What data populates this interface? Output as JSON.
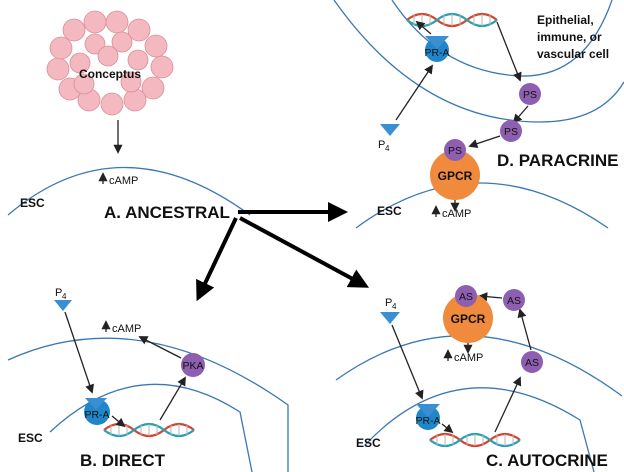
{
  "panels": {
    "ancestral": {
      "title": "A. ANCESTRAL",
      "cell_label": "ESC",
      "conceptus_label": "Conceptus",
      "camp_label": "cAMP"
    },
    "direct": {
      "title": "B. DIRECT",
      "cell_label": "ESC",
      "hormone_label": "P",
      "hormone_sub": "4",
      "receptor_label": "PR-A",
      "kinase_label": "PKA",
      "camp_label": "cAMP"
    },
    "autocrine": {
      "title": "C. AUTOCRINE",
      "cell_label": "ESC",
      "hormone_label": "P",
      "hormone_sub": "4",
      "receptor_label": "PR-A",
      "gpcr_label": "GPCR",
      "signal_label": "AS",
      "camp_label": "cAMP"
    },
    "paracrine": {
      "title": "D. PARACRINE",
      "cell_label": "ESC",
      "hormone_label": "P",
      "hormone_sub": "4",
      "receptor_label": "PR-A",
      "gpcr_label": "GPCR",
      "signal_label": "PS",
      "camp_label": "cAMP",
      "other_cell_line1": "Epithelial,",
      "other_cell_line2": "immune, or",
      "other_cell_line3": "vascular cell"
    }
  },
  "colors": {
    "membrane": "#3a78b5",
    "conceptus_cell": "#f4b8c0",
    "receptor": "#1f87c9",
    "hormone": "#3a8fd0",
    "signal": "#8e5fb0",
    "gpcr": "#f08a3c",
    "dna_a": "#d2462f",
    "dna_b": "#2b9fb0"
  }
}
